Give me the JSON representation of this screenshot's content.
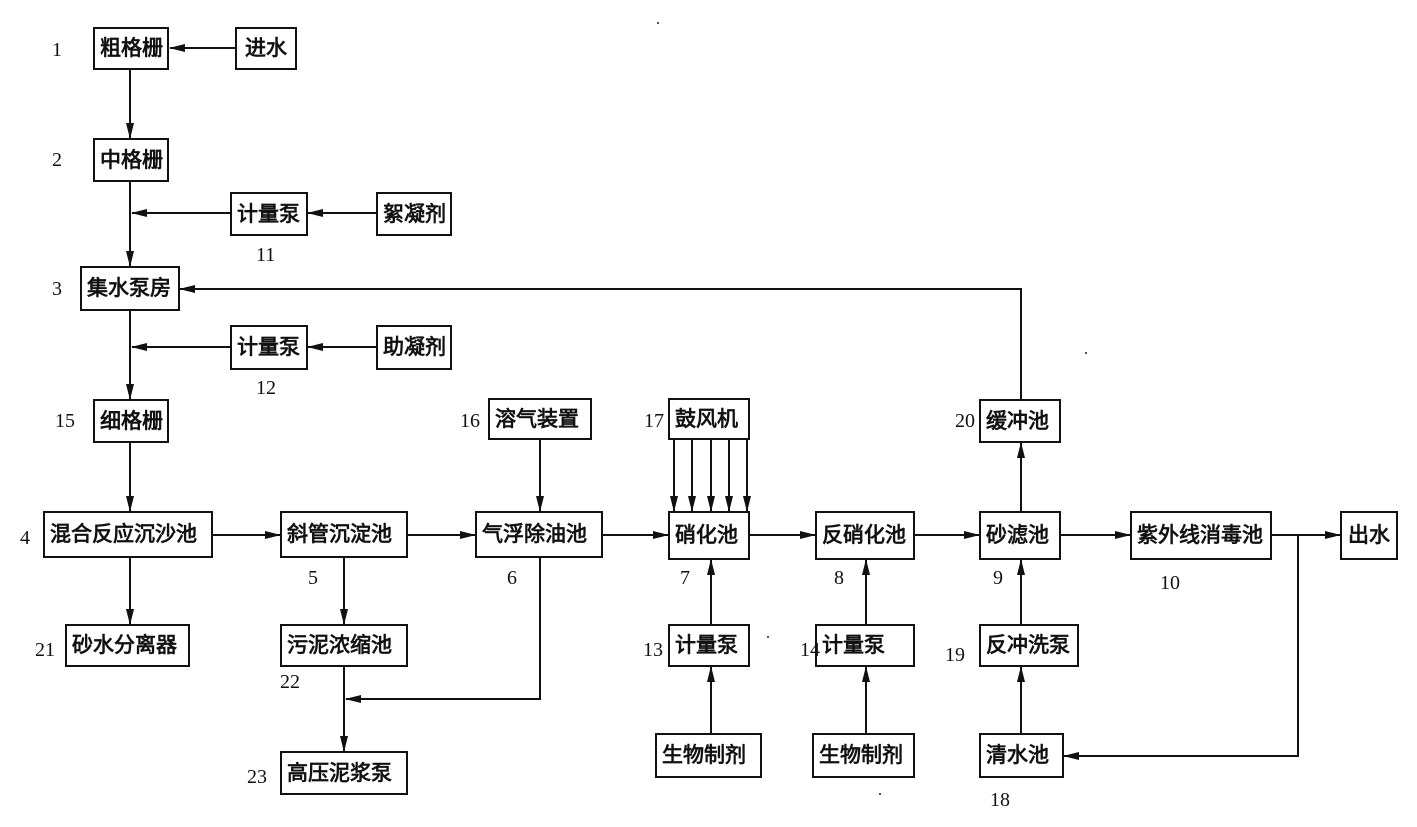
{
  "boxes": {
    "b_coarse_grid": {
      "label": "粗格栅",
      "number": "1"
    },
    "b_inlet": {
      "label": "进水"
    },
    "b_medium_grid": {
      "label": "中格栅",
      "number": "2"
    },
    "b_pump11": {
      "label": "计量泵",
      "number": "11"
    },
    "b_flocculant": {
      "label": "絮凝剂"
    },
    "b_sump": {
      "label": "集水泵房",
      "number": "3"
    },
    "b_pump12": {
      "label": "计量泵",
      "number": "12"
    },
    "b_coagulant": {
      "label": "助凝剂"
    },
    "b_fine_grid": {
      "label": "细格栅",
      "number": "15"
    },
    "b_mix_grit": {
      "label": "混合反应沉沙池",
      "number": "4"
    },
    "b_tube_settler": {
      "label": "斜管沉淀池",
      "number": "5"
    },
    "b_daf": {
      "label": "气浮除油池",
      "number": "6"
    },
    "b_nitrify": {
      "label": "硝化池",
      "number": "7"
    },
    "b_denitrify": {
      "label": "反硝化池",
      "number": "8"
    },
    "b_sand_filter": {
      "label": "砂滤池",
      "number": "9"
    },
    "b_uv": {
      "label": "紫外线消毒池",
      "number": "10"
    },
    "b_outlet": {
      "label": "出水"
    },
    "b_dissolved_air": {
      "label": "溶气装置",
      "number": "16"
    },
    "b_blower": {
      "label": "鼓风机",
      "number": "17"
    },
    "b_buffer": {
      "label": "缓冲池",
      "number": "20"
    },
    "b_grit_sep": {
      "label": "砂水分离器",
      "number": "21"
    },
    "b_thickener": {
      "label": "污泥浓缩池",
      "number": "22"
    },
    "b_sludge_pump": {
      "label": "高压泥浆泵",
      "number": "23"
    },
    "b_pump13": {
      "label": "计量泵",
      "number": "13"
    },
    "b_pump14": {
      "label": "计量泵",
      "number": "14"
    },
    "b_backwash": {
      "label": "反冲洗泵",
      "number": "19"
    },
    "b_bio13": {
      "label": "生物制剂"
    },
    "b_bio14": {
      "label": "生物制剂"
    },
    "b_clear_water": {
      "label": "清水池",
      "number": "18"
    }
  }
}
